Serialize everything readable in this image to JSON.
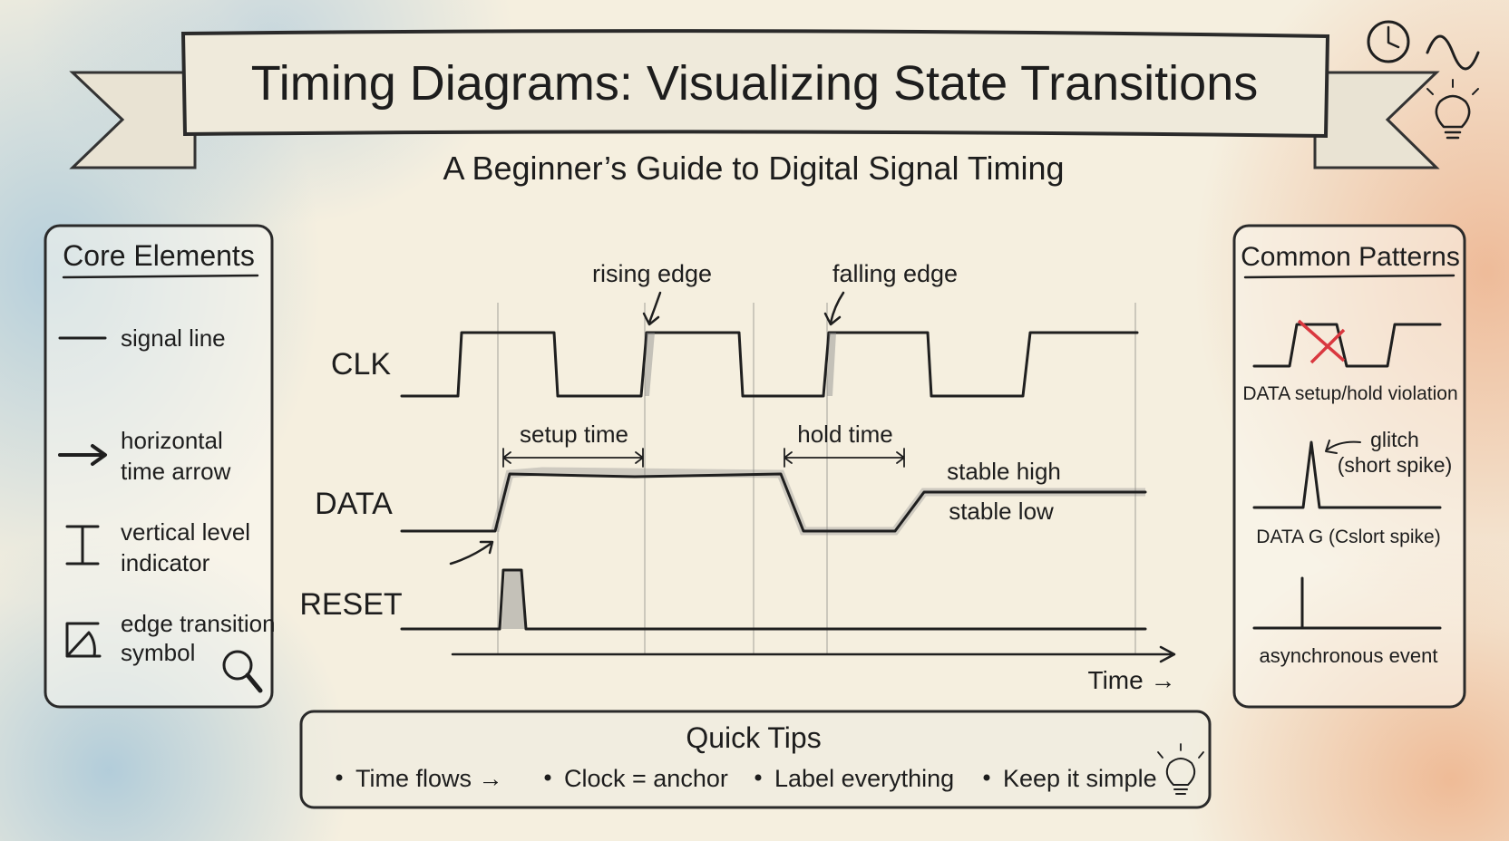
{
  "header": {
    "title": "Timing Diagrams: Visualizing State Transitions",
    "subtitle": "A Beginner’s Guide to Digital Signal Timing",
    "icons": [
      "clock-icon",
      "sine-wave-icon",
      "lightbulb-icon"
    ]
  },
  "core_elements": {
    "title": "Core Elements",
    "items": [
      {
        "icon": "signal-line-icon",
        "lines": [
          "signal line"
        ]
      },
      {
        "icon": "arrow-right-icon",
        "lines": [
          "horizontal",
          "time arrow"
        ]
      },
      {
        "icon": "vertical-level-icon",
        "lines": [
          "vertical level",
          "indicator"
        ]
      },
      {
        "icon": "edge-transition-icon",
        "lines": [
          "edge transition",
          "symbol"
        ]
      }
    ],
    "extra_icon": "magnifier-icon"
  },
  "timing": {
    "signals": [
      "CLK",
      "DATA",
      "RESET"
    ],
    "annotations": {
      "rising_edge": "rising edge",
      "falling_edge": "falling edge",
      "setup_time": "setup time",
      "hold_time": "hold time",
      "stable_high": "stable high",
      "stable_low": "stable low"
    },
    "time_label": "Time →"
  },
  "common_patterns": {
    "title": "Common Patterns",
    "violation_label": "DATA setup/hold violation",
    "glitch_label_1": "glitch",
    "glitch_label_2": "(short spike)",
    "glitch_caption": "DATA G (Cslort spike)",
    "async_label": "asynchronous event",
    "violation_mark_color": "#d9383f"
  },
  "quick_tips": {
    "title": "Quick Tips",
    "items": [
      "Time flows →",
      "Clock = anchor",
      "Label everything",
      "Keep it simple"
    ],
    "icon": "lightbulb-icon"
  }
}
